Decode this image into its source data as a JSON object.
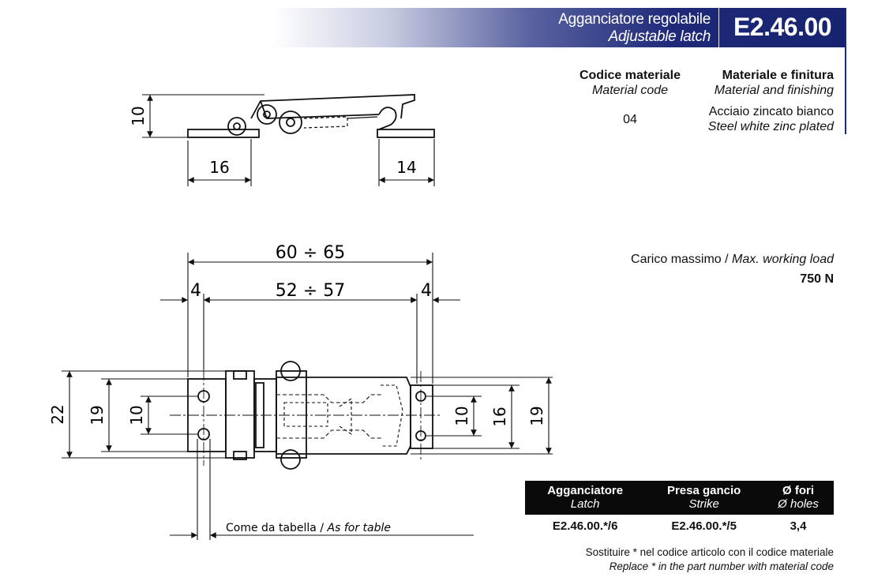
{
  "header": {
    "title_it": "Agganciatore regolabile",
    "title_en": "Adjustable latch",
    "code": "E2.46.00"
  },
  "material": {
    "col1_title": "Codice materiale",
    "col1_sub": "Material code",
    "col2_title": "Materiale e finitura",
    "col2_sub": "Material and finishing",
    "code_value": "04",
    "finish_it": "Acciaio zincato bianco",
    "finish_en": "Steel white zinc plated"
  },
  "load": {
    "label_it": "Carico massimo / ",
    "label_en": "Max. working load",
    "value": "750 N"
  },
  "table": {
    "headers": [
      {
        "it": "Agganciatore",
        "en": "Latch"
      },
      {
        "it": "Presa gancio",
        "en": "Strike"
      },
      {
        "it": "Ø fori",
        "en": "Ø holes"
      }
    ],
    "row": [
      "E2.46.00.*/6",
      "E2.46.00.*/5",
      "3,4"
    ]
  },
  "notes": {
    "line_it": "Sostituire * nel codice articolo con il codice materiale",
    "line_en": "Replace * in the part number with material code"
  },
  "drawing": {
    "side_dims": {
      "height": "10",
      "left": "16",
      "right": "14"
    },
    "top_dims": {
      "overall": "60 ÷ 65",
      "inner": "52 ÷ 57",
      "left_offset": "4",
      "right_offset": "4",
      "h22": "22",
      "h19_left": "19",
      "h10_left": "10",
      "h10_right": "10",
      "h16_right": "16",
      "h19_right": "19"
    },
    "table_note_it": "Come da tabella / ",
    "table_note_en": "As for table"
  },
  "colors": {
    "band_dark": "#17236e",
    "ink": "#111111"
  }
}
